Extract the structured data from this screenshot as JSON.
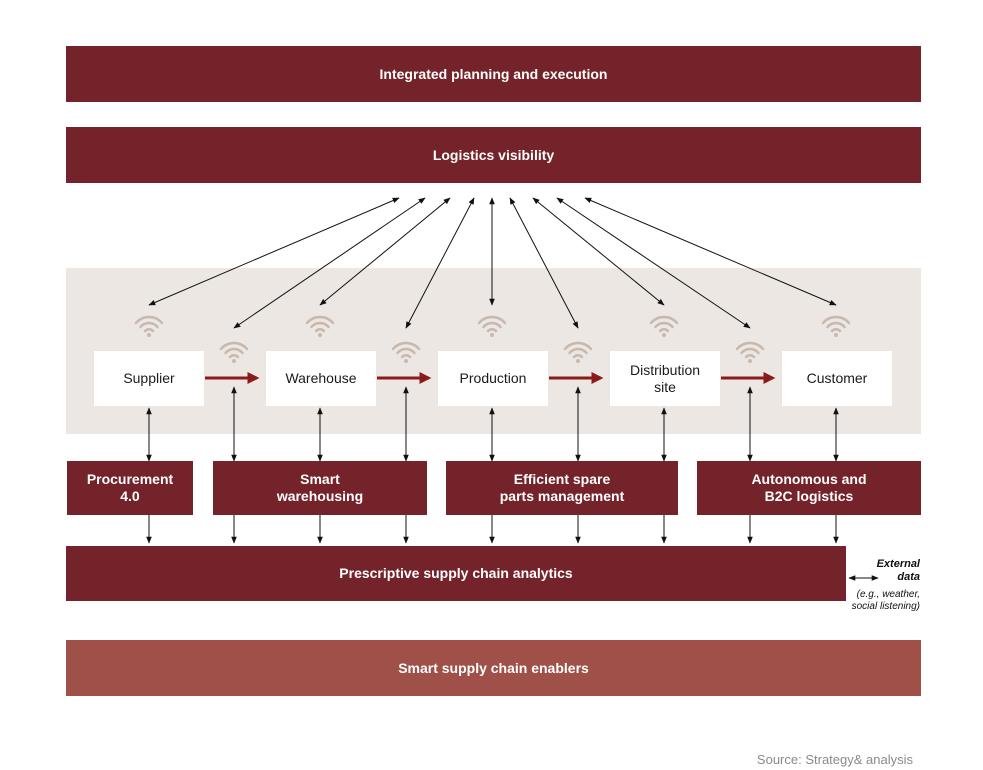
{
  "layers": {
    "top": "Integrated planning and execution",
    "visibility": "Logistics visibility",
    "analytics": "Prescriptive supply chain analytics",
    "enablers": "Smart supply chain enablers"
  },
  "nodes": [
    {
      "label": "Supplier"
    },
    {
      "label": "Warehouse"
    },
    {
      "label": "Production"
    },
    {
      "label": "Distribution\nsite"
    },
    {
      "label": "Customer"
    }
  ],
  "capabilities": [
    {
      "label": "Procurement\n4.0"
    },
    {
      "label": "Smart\nwarehousing"
    },
    {
      "label": "Efficient spare\nparts management"
    },
    {
      "label": "Autonomous and\nB2C logistics"
    }
  ],
  "external_data": {
    "title": "External\ndata",
    "subtitle": "(e.g., weather,\nsocial listening)"
  },
  "source": "Source: Strategy& analysis",
  "colors": {
    "dark_red": "#74232a",
    "light_red": "#9e5049",
    "band": "#ece7e2",
    "arrow_red": "#8b1a1a",
    "wifi": "#c9b8ae"
  },
  "icons": [
    "wifi-signal-icon"
  ]
}
